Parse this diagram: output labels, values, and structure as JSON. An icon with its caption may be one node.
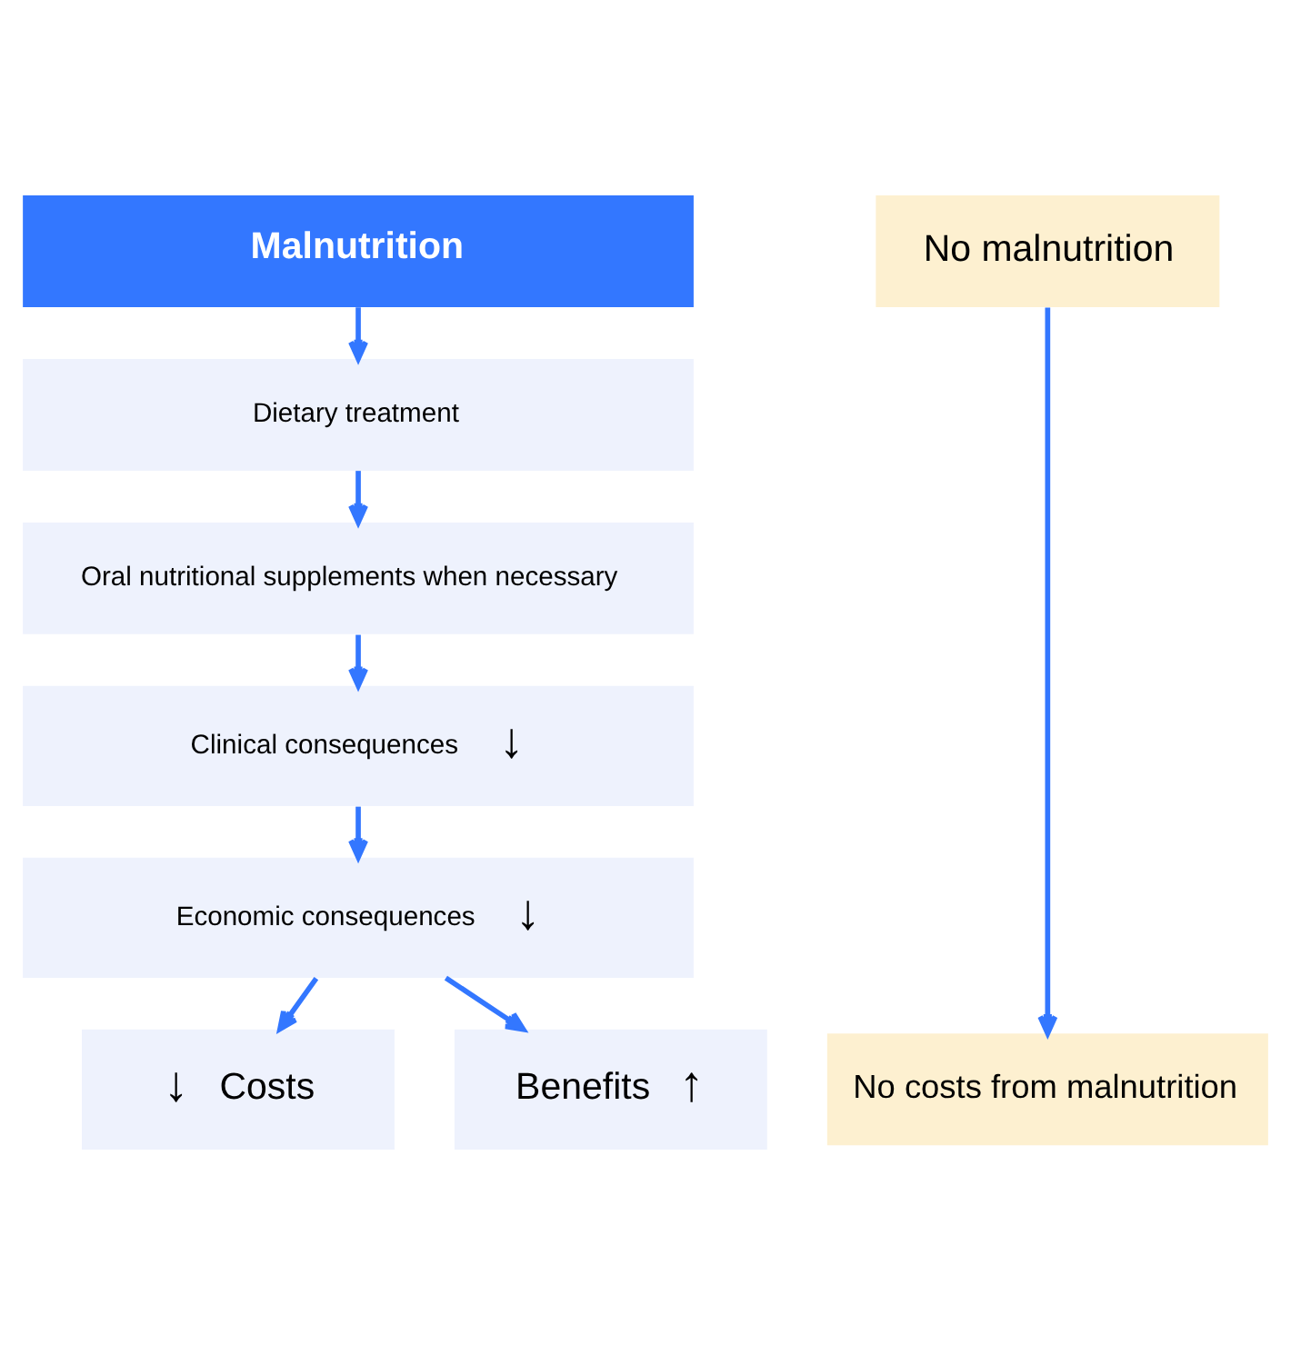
{
  "diagram": {
    "nodes": [
      {
        "text": [
          "Malnutrition"
        ]
      },
      {
        "text": [
          "No malnutrition"
        ]
      },
      {
        "text": [
          "Dietary treatment"
        ]
      },
      {
        "text": [
          "Oral nutritional supplements when necessary"
        ]
      },
      {
        "text": [
          "Clinical consequences",
          "↓"
        ]
      },
      {
        "text": [
          "Economic consequences",
          "↓"
        ]
      },
      {
        "text": [
          "↓",
          "Costs"
        ]
      },
      {
        "text": [
          "Benefits",
          "↑"
        ]
      },
      {
        "text": [
          "No costs from malnutrition"
        ]
      }
    ],
    "edges": [
      {
        "from": 0,
        "to": 2,
        "arrow": "to"
      },
      {
        "from": 2,
        "to": 3,
        "arrow": "to"
      },
      {
        "from": 3,
        "to": 4,
        "arrow": "to"
      },
      {
        "from": 4,
        "to": 5,
        "arrow": "to"
      },
      {
        "from": 5,
        "to": 6,
        "arrow": "to"
      },
      {
        "from": 5,
        "to": 7,
        "arrow": "to"
      },
      {
        "from": 1,
        "to": 8,
        "arrow": "to"
      }
    ]
  }
}
